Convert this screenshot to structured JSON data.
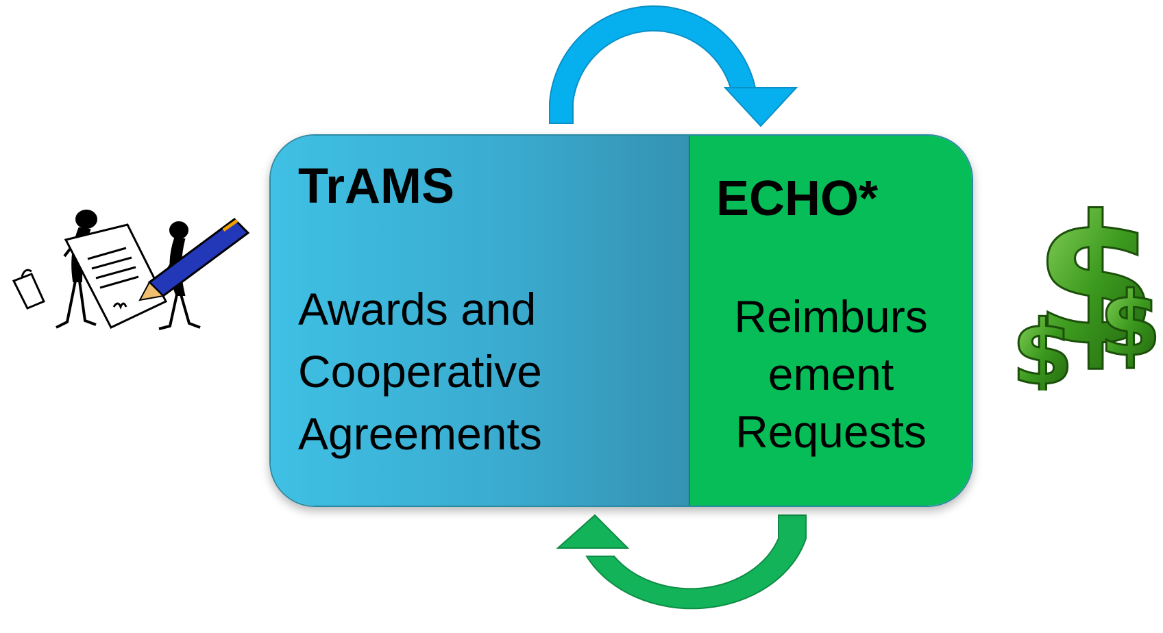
{
  "trams": {
    "title": "TrAMS",
    "description_lines": [
      "Awards and",
      "Cooperative",
      "Agreements"
    ],
    "color": "#3fc0e4"
  },
  "echo": {
    "title": "ECHO*",
    "description_lines": [
      "Reimburs",
      "ement",
      "Requests"
    ],
    "color": "#06bd58"
  },
  "arrows": {
    "top": {
      "icon": "curved-arrow-right-icon",
      "color": "#06b0ef"
    },
    "bottom": {
      "icon": "curved-arrow-left-icon",
      "color": "#13b359"
    }
  },
  "illustrations": {
    "left": "contract-signing-icon",
    "right": "dollar-signs-icon"
  }
}
